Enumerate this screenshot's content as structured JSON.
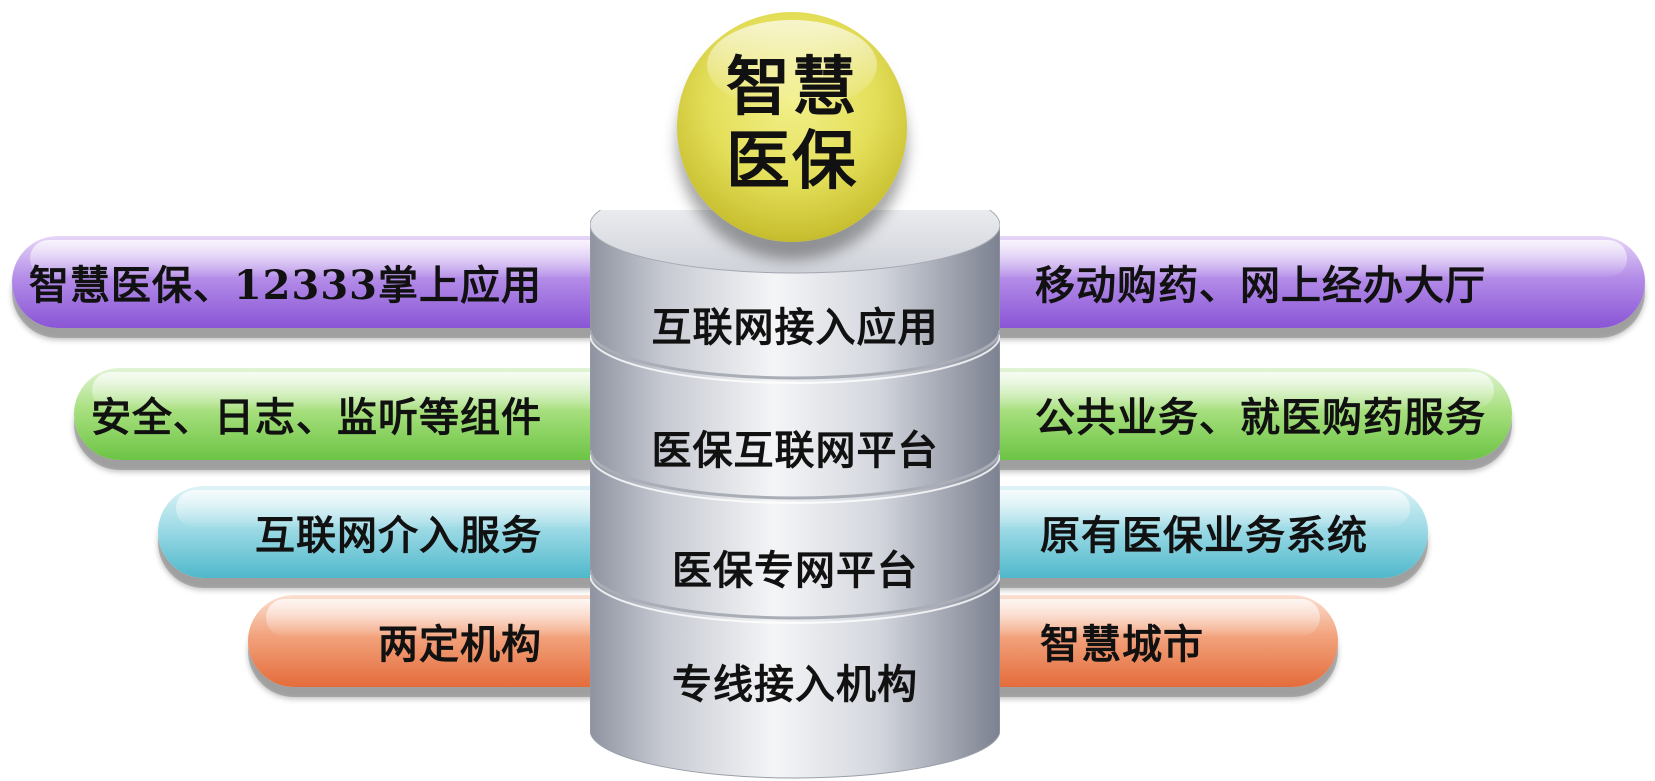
{
  "center": {
    "sphere": {
      "line1": "智慧",
      "line2": "医保"
    },
    "layers": [
      "互联网接入应用",
      "医保互联网平台",
      "医保专网平台",
      "专线接入机构"
    ]
  },
  "left": [
    {
      "label": "智慧医保、12333掌上应用",
      "color": "#9b6ae0"
    },
    {
      "label": "安全、日志、监听等组件",
      "color": "#7ccf52"
    },
    {
      "label": "互联网介入服务",
      "color": "#5fc2d3"
    },
    {
      "label": "两定机构",
      "color": "#ea7b48"
    }
  ],
  "right": [
    {
      "label": "移动购药、网上经办大厅",
      "color": "#9b6ae0"
    },
    {
      "label": "公共业务、就医购药服务",
      "color": "#7ccf52"
    },
    {
      "label": "原有医保业务系统",
      "color": "#5fc2d3"
    },
    {
      "label": "智慧城市",
      "color": "#ea7b48"
    }
  ]
}
